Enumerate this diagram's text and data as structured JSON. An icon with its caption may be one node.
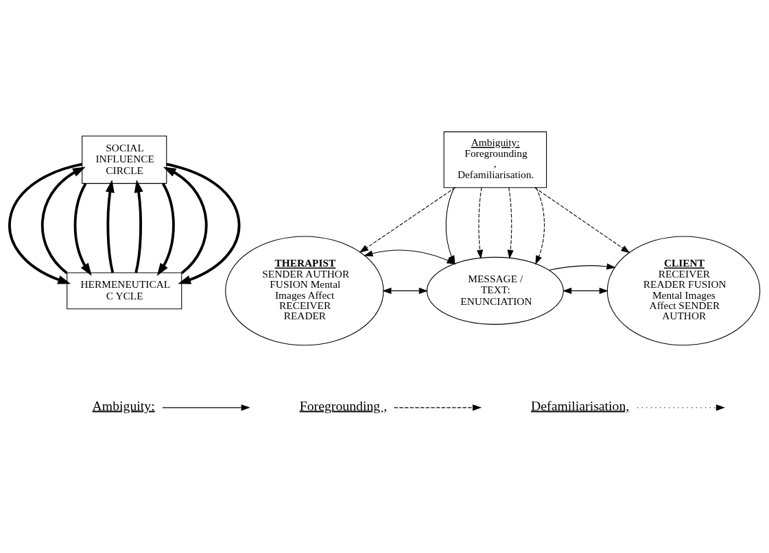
{
  "diagram": {
    "nodes": [
      {
        "text": [
          "SOCIAL INFLUENCE CIRCLE"
        ]
      },
      {
        "text": [
          "Ambiguity:",
          "Foregrounding , Defamiliarisation."
        ]
      },
      {
        "text": [
          "THERAPIST",
          "SENDER AUTHOR FUSION Mental Images Affect RECEIVER READER"
        ]
      },
      {
        "text": [
          "MESSAGE / TEXT: ENUNCIATION"
        ]
      },
      {
        "text": [
          "CLIENT",
          "RECEIVER READER FUSION Mental Images Affect SENDER AUTHOR"
        ]
      },
      {
        "text": [
          "HERMENEUTICAL C YCLE"
        ]
      }
    ],
    "edges": [
      {
        "from": 5,
        "to": 0,
        "arrow": "to",
        "style": "thick"
      },
      {
        "from": 0,
        "to": 5,
        "arrow": "to",
        "style": "thick"
      },
      {
        "from": 0,
        "to": 5,
        "arrow": "to",
        "style": "thick"
      },
      {
        "from": 5,
        "to": 0,
        "arrow": "to",
        "style": "thick"
      },
      {
        "from": 5,
        "to": 0,
        "arrow": "to",
        "style": "thick"
      },
      {
        "from": 0,
        "to": 5,
        "arrow": "to",
        "style": "thick"
      },
      {
        "from": 5,
        "to": 0,
        "arrow": "to",
        "style": "thick"
      },
      {
        "from": 0,
        "to": 5,
        "arrow": "to",
        "style": "thick"
      },
      {
        "from": 1,
        "to": 3,
        "arrow": "to"
      },
      {
        "from": 1,
        "to": 3,
        "arrow": "to",
        "style": "dashed"
      },
      {
        "from": 1,
        "to": 3,
        "arrow": "to",
        "style": "dashed"
      },
      {
        "from": 1,
        "to": 3,
        "arrow": "to",
        "style": "dashed"
      },
      {
        "from": 1,
        "to": 2,
        "arrow": "to",
        "style": "dashed"
      },
      {
        "from": 1,
        "to": 4,
        "arrow": "to",
        "style": "dashed"
      },
      {
        "from": 3,
        "to": 2,
        "arrow": "both"
      },
      {
        "from": 3,
        "to": 2,
        "arrow": "both"
      },
      {
        "from": 3,
        "to": 4,
        "arrow": "both"
      },
      {
        "from": 3,
        "to": 4,
        "arrow": "to"
      }
    ],
    "legend": [
      {
        "text": "Ambiguity:"
      },
      {
        "text": "Foregrounding ,"
      },
      {
        "text": "Defamiliarisation,"
      }
    ]
  }
}
